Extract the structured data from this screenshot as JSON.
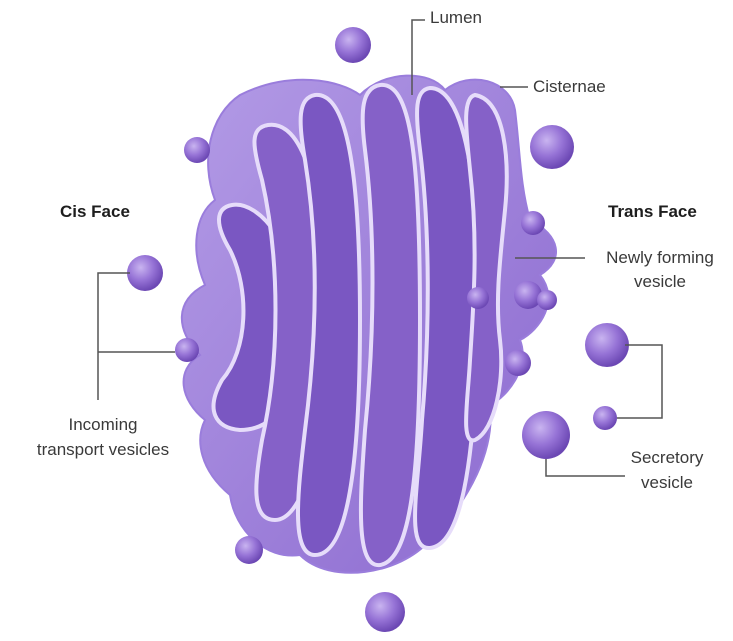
{
  "labels": {
    "lumen": "Lumen",
    "cisternae": "Cisternae",
    "cis_face": "Cis Face",
    "trans_face": "Trans Face",
    "newly_forming_line1": "Newly forming",
    "newly_forming_line2": "vesicle",
    "incoming_line1": "Incoming",
    "incoming_line2": "transport vesicles",
    "secretory_line1": "Secretory",
    "secretory_line2": "vesicle"
  },
  "colors": {
    "membrane": "#a78bdc",
    "membrane_dark": "#6e4bb8",
    "lumen_fill": "#8c6bcc",
    "highlight": "#e6dcfa",
    "leader_line": "#555555"
  }
}
